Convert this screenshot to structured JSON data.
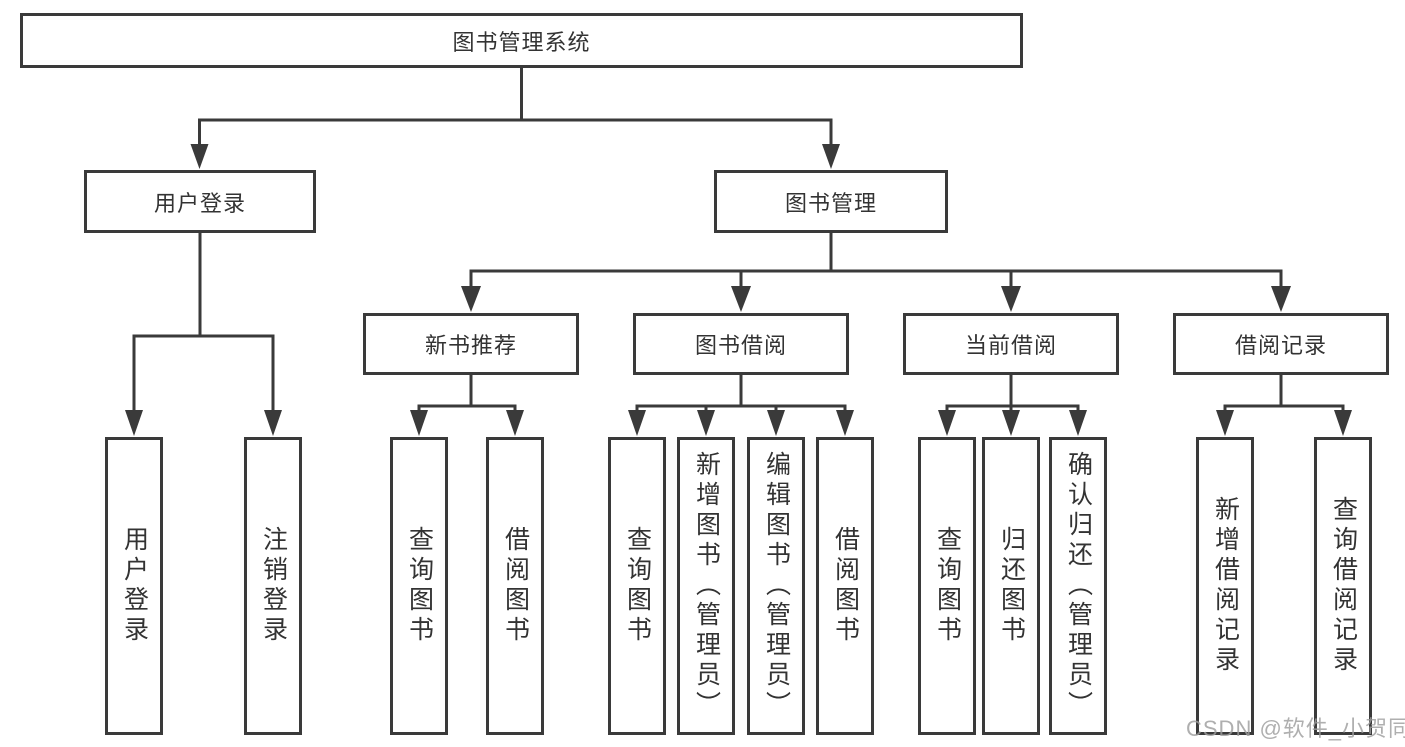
{
  "diagram": {
    "root": {
      "label": "图书管理系统"
    },
    "level1": [
      {
        "label": "用户登录"
      },
      {
        "label": "图书管理"
      }
    ],
    "level2": [
      {
        "label": "新书推荐"
      },
      {
        "label": "图书借阅"
      },
      {
        "label": "当前借阅"
      },
      {
        "label": "借阅记录"
      }
    ],
    "leaves": [
      {
        "label": "用户登录"
      },
      {
        "label": "注销登录"
      },
      {
        "label": "查询图书"
      },
      {
        "label": "借阅图书"
      },
      {
        "label": "查询图书"
      },
      {
        "label": "新增图书（管理员）"
      },
      {
        "label": "编辑图书（管理员）"
      },
      {
        "label": "借阅图书"
      },
      {
        "label": "查询图书"
      },
      {
        "label": "归还图书"
      },
      {
        "label": "确认归还（管理员）"
      },
      {
        "label": "新增借阅记录"
      },
      {
        "label": "查询借阅记录"
      }
    ]
  },
  "watermark": {
    "text": "CSDN @软件_小贺同学"
  },
  "colors": {
    "line": "#3a3a3a",
    "text": "#333333",
    "box_background": "#ffffff",
    "watermark": "#9e9e9e"
  }
}
